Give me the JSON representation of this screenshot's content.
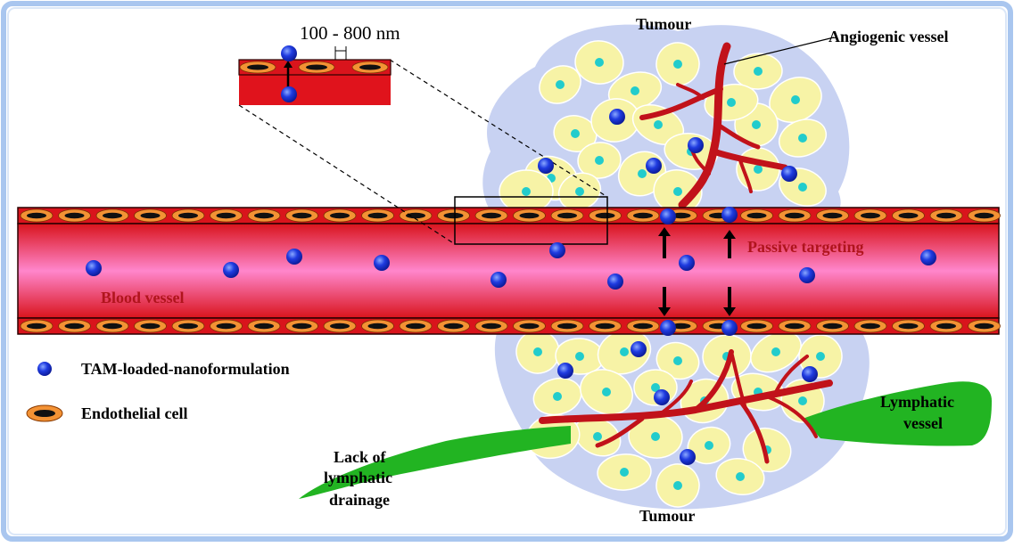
{
  "labels": {
    "tumour_top": "Tumour",
    "tumour_bottom": "Tumour",
    "angiogenic_vessel": "Angiogenic vessel",
    "passive_targeting": "Passive targeting",
    "blood_vessel": "Blood vessel",
    "lymphatic_vessel_line1": "Lymphatic",
    "lymphatic_vessel_line2": "vessel",
    "lack_line1": "Lack of",
    "lack_line2": "lymphatic",
    "lack_line3": "drainage",
    "gap_size": "100 - 800 nm"
  },
  "legend": {
    "nanoformulation": "TAM-loaded-nanoformulation",
    "endothelial": "Endothelial cell"
  },
  "colors": {
    "frame": "#a9c6ef",
    "vessel_red": "#d9141c",
    "vessel_pink": "#ff7fc8",
    "endothelial_orange": "#f39234",
    "tumour_halo": "#c8d2f2",
    "tumour_cell": "#f7f3a6",
    "nucleus": "#22cccc",
    "nanoparticle": "#1a2fd6",
    "lymphatic": "#22b422",
    "label_red": "#b0141c"
  },
  "icons": [
    "nanoparticle-icon",
    "endothelial-cell-icon",
    "arrow-up-icon",
    "arrow-down-icon"
  ]
}
